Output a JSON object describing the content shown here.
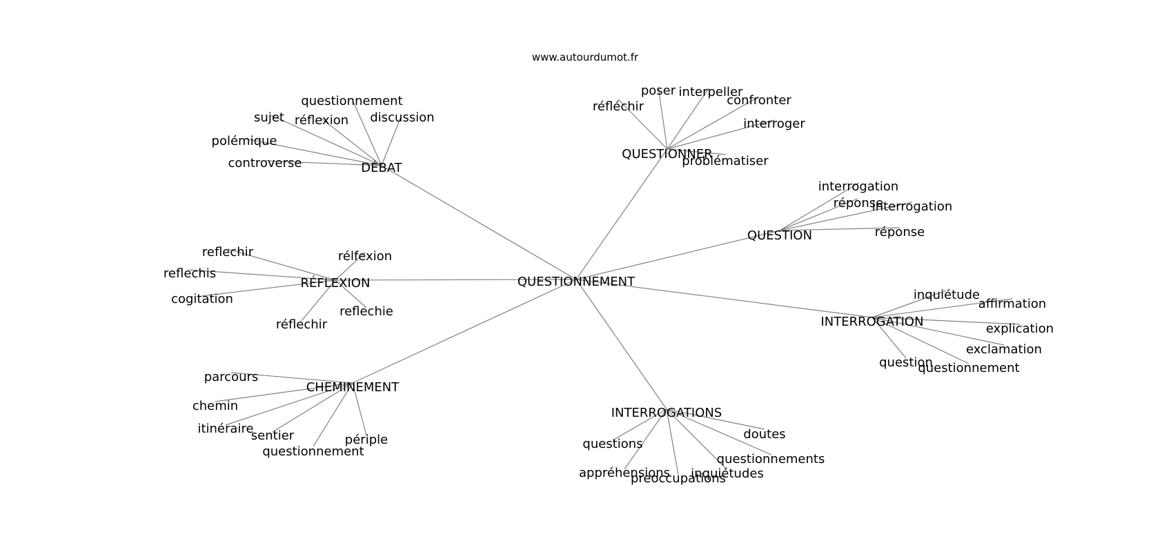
{
  "site": "www.autourdumot.fr",
  "colors": {
    "edge": "#808080",
    "text": "#000000",
    "background": "#ffffff"
  },
  "root": {
    "id": "root",
    "label": "QUESTIONNEMENT"
  },
  "clusters": [
    {
      "id": "debat",
      "label": "DÉBAT",
      "leaves": [
        "questionnement",
        "sujet",
        "réflexion",
        "discussion",
        "polémique",
        "controverse"
      ]
    },
    {
      "id": "questionner",
      "label": "QUESTIONNER",
      "leaves": [
        "poser",
        "interpeller",
        "réfléchir",
        "confronter",
        "interroger",
        "problématiser"
      ]
    },
    {
      "id": "question",
      "label": "QUESTION",
      "leaves": [
        "interrogation",
        "réponse",
        "interrogation",
        "réponse"
      ]
    },
    {
      "id": "reflexion",
      "label": "RÉFLEXION",
      "leaves": [
        "reflechir",
        "rélfexion",
        "reflechis",
        "cogitation",
        "reflechie",
        "réflechir"
      ]
    },
    {
      "id": "interrogation",
      "label": "INTERROGATION",
      "leaves": [
        "inquiétude",
        "affirmation",
        "explication",
        "exclamation",
        "question",
        "questionnement"
      ]
    },
    {
      "id": "cheminement",
      "label": "CHEMINEMENT",
      "leaves": [
        "parcours",
        "chemin",
        "itinéraire",
        "sentier",
        "périple",
        "questionnement"
      ]
    },
    {
      "id": "interrogations",
      "label": "INTERROGATIONS",
      "leaves": [
        "doutes",
        "questions",
        "questionnements",
        "appréhensions",
        "inquiétudes",
        "preoccupations"
      ]
    }
  ]
}
